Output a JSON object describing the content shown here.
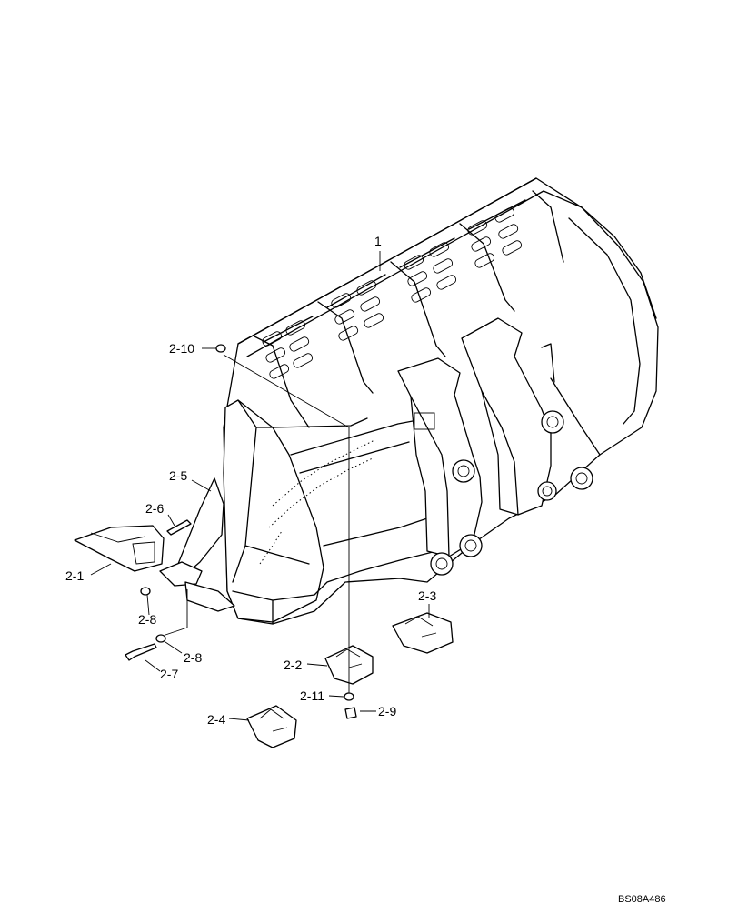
{
  "labels": {
    "part_1": "1",
    "part_2_1": "2-1",
    "part_2_2": "2-2",
    "part_2_3": "2-3",
    "part_2_4": "2-4",
    "part_2_5": "2-5",
    "part_2_6": "2-6",
    "part_2_7": "2-7",
    "part_2_8a": "2-8",
    "part_2_8b": "2-8",
    "part_2_9": "2-9",
    "part_2_10": "2-10",
    "part_2_11": "2-11"
  },
  "reference": "BS08A486"
}
